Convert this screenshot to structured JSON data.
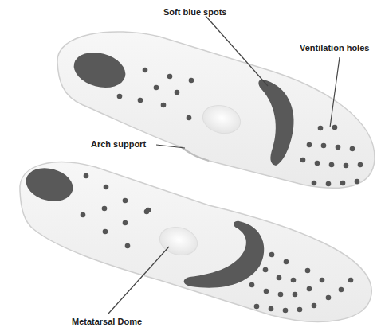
{
  "diagram": {
    "labels": [
      "Soft blue spots",
      "Ventilation holes",
      "Arch support",
      "Metatarsal Dome"
    ]
  }
}
